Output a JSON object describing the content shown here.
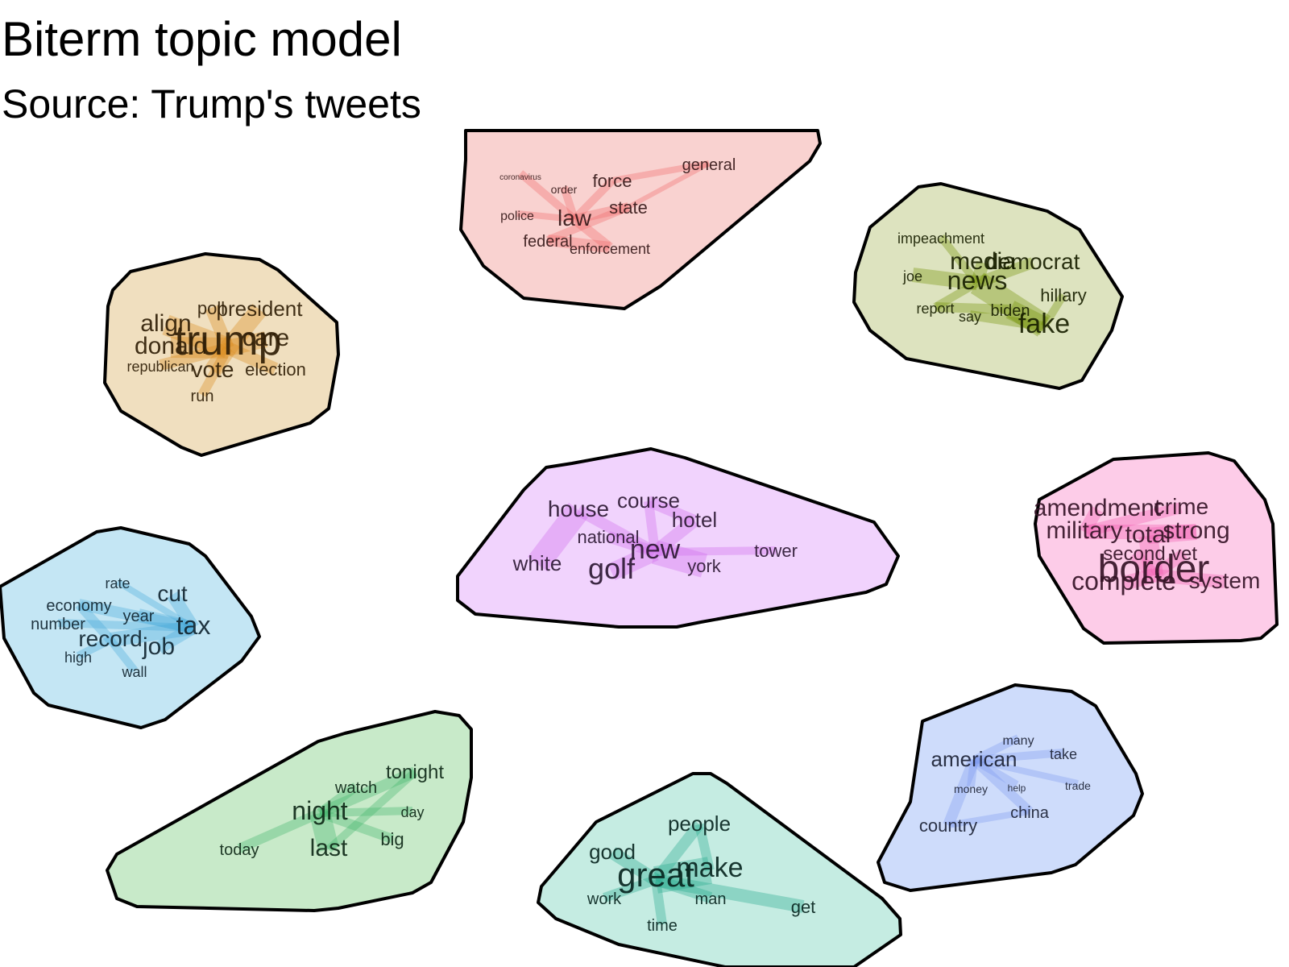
{
  "chart_data": {
    "type": "network",
    "title": "Biterm topic model",
    "subtitle": "Source: Trump's tweets",
    "topics": [
      {
        "id": 1,
        "fill": "#F9D2D0",
        "accent": "#F26B6B",
        "terms": [
          "coronavirus",
          "order",
          "force",
          "general",
          "police",
          "law",
          "state",
          "federal",
          "enforcement"
        ],
        "term_size": [
          10,
          14,
          22,
          20,
          16,
          28,
          22,
          20,
          18
        ]
      },
      {
        "id": 2,
        "fill": "#DDE3BF",
        "accent": "#6F8F00",
        "terms": [
          "impeachment",
          "democrat",
          "media",
          "news",
          "joe",
          "hillary",
          "report",
          "say",
          "biden",
          "fake"
        ],
        "term_size": [
          18,
          28,
          30,
          32,
          18,
          22,
          18,
          18,
          20,
          34
        ]
      },
      {
        "id": 3,
        "fill": "#F0DFBF",
        "accent": "#D98A1A",
        "terms": [
          "poll",
          "president",
          "align",
          "donald",
          "trump",
          "care",
          "republican",
          "vote",
          "election",
          "run"
        ],
        "term_size": [
          22,
          26,
          30,
          30,
          52,
          30,
          18,
          28,
          22,
          20
        ]
      },
      {
        "id": 4,
        "fill": "#F1D3FD",
        "accent": "#CD6BEA",
        "terms": [
          "course",
          "house",
          "hotel",
          "national",
          "new",
          "white",
          "golf",
          "york",
          "tower"
        ],
        "term_size": [
          26,
          28,
          26,
          22,
          34,
          26,
          36,
          22,
          22
        ]
      },
      {
        "id": 5,
        "fill": "#FDCCE8",
        "accent": "#F25AAE",
        "terms": [
          "crime",
          "amendment",
          "military",
          "strong",
          "total",
          "second",
          "vet",
          "border",
          "complete",
          "system"
        ],
        "term_size": [
          28,
          30,
          30,
          30,
          30,
          24,
          24,
          48,
          32,
          28
        ]
      },
      {
        "id": 6,
        "fill": "#C4E6F4",
        "accent": "#49AADB",
        "terms": [
          "rate",
          "cut",
          "economy",
          "year",
          "number",
          "tax",
          "record",
          "job",
          "high",
          "wall"
        ],
        "term_size": [
          18,
          28,
          20,
          20,
          20,
          32,
          28,
          30,
          18,
          18
        ]
      },
      {
        "id": 7,
        "fill": "#C8EAC9",
        "accent": "#3FB56A",
        "terms": [
          "tonight",
          "watch",
          "night",
          "day",
          "today",
          "big",
          "last"
        ],
        "term_size": [
          24,
          20,
          32,
          18,
          20,
          22,
          30
        ]
      },
      {
        "id": 8,
        "fill": "#C5ECE2",
        "accent": "#23A98C",
        "terms": [
          "people",
          "good",
          "make",
          "great",
          "work",
          "man",
          "get",
          "time"
        ],
        "term_size": [
          26,
          26,
          34,
          42,
          20,
          20,
          22,
          20
        ]
      },
      {
        "id": 9,
        "fill": "#CEDCFB",
        "accent": "#7E9BF2",
        "terms": [
          "many",
          "take",
          "american",
          "money",
          "help",
          "trade",
          "china",
          "country"
        ],
        "term_size": [
          16,
          18,
          26,
          14,
          12,
          14,
          20,
          22
        ]
      }
    ],
    "legend": "none",
    "grid": false
  }
}
